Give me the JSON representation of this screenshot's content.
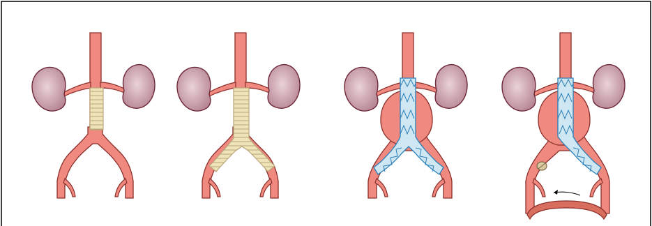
{
  "figure": {
    "panels": [
      {
        "id": "tube-graft",
        "components": [
          "kidneys",
          "renal-arteries",
          "aorta",
          "iliac-arteries",
          "tube-graft"
        ]
      },
      {
        "id": "bifurcated-graft",
        "components": [
          "kidneys",
          "renal-arteries",
          "aorta",
          "iliac-arteries",
          "bifurcated-graft"
        ]
      },
      {
        "id": "bifurcated-stent-graft",
        "components": [
          "kidneys",
          "renal-arteries",
          "aneurysm-sac",
          "iliac-arteries",
          "bifurcated-stent-graft"
        ]
      },
      {
        "id": "aorto-uni-iliac-stent-graft",
        "components": [
          "kidneys",
          "renal-arteries",
          "aneurysm-sac",
          "iliac-arteries",
          "aorto-uni-iliac-stent-graft",
          "iliac-occluder",
          "femoro-femoral-crossover-graft",
          "flow-arrow"
        ]
      }
    ]
  },
  "colors": {
    "artery_fill": "#F08A80",
    "artery_stroke": "#8B2E2A",
    "kidney_fill": "#C99AA6",
    "kidney_light": "#E8CDD3",
    "kidney_stroke": "#6E2838",
    "graft_fill": "#EFE3B8",
    "graft_line": "#B9A57A",
    "stent_fill": "#CFE7F2",
    "stent_wire": "#2A7FB8",
    "crossover_fill": "#D86E5E",
    "frame_stroke": "#000000"
  }
}
